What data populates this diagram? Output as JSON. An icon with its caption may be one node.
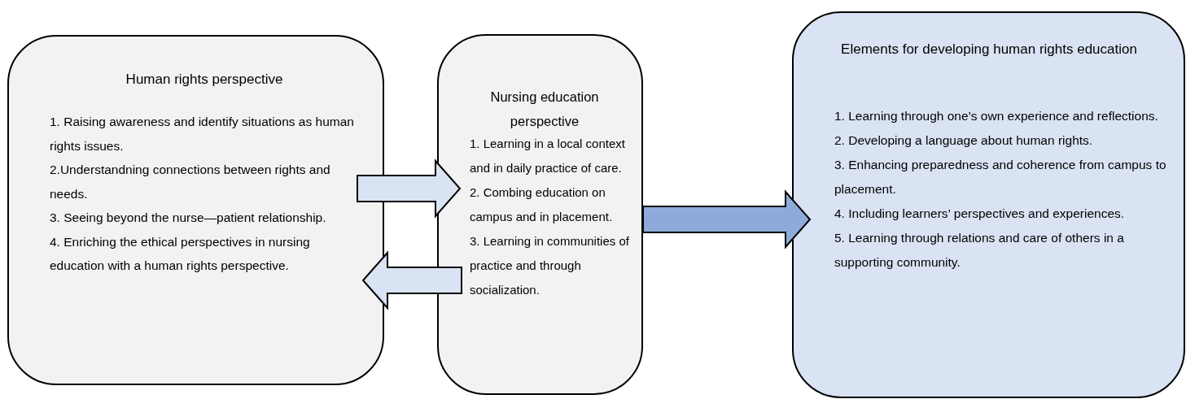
{
  "diagram": {
    "nodes": [
      {
        "text": [
          "Human rights perspective",
          "1. Raising awareness and identify situations as human rights issues.",
          "2.Understandning connections between rights and needs.",
          "3. Seeing beyond the nurse—patient relationship.",
          "4. Enriching the ethical perspectives in nursing education with a human rights perspective."
        ]
      },
      {
        "text": [
          "Nursing education perspective",
          "1. Learning in a local context and in daily practice of care.",
          "2. Combing education on campus and in placement.",
          "3. Learning in communities of practice and through socialization."
        ]
      },
      {
        "text": [
          "Elements for developing human rights education",
          "1. Learning through one’s own experience and reflections.",
          "2. Developing a language about human rights.",
          "3. Enhancing preparedness and coherence from campus to placement.",
          "4. Including learners’ perspectives and experiences.",
          "5. Learning through relations and care of others in a supporting community."
        ]
      }
    ],
    "edges": [
      {
        "from": 0,
        "to": 1,
        "arrow": "to"
      },
      {
        "from": 1,
        "to": 0,
        "arrow": "to"
      },
      {
        "from": 1,
        "to": 2,
        "arrow": "to",
        "color": "#8eaadb"
      }
    ]
  }
}
